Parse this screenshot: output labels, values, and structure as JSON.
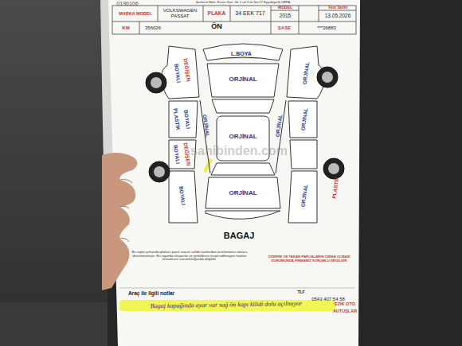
{
  "diagram": {
    "labels": [
      "0196106",
      "MARKA MODEL",
      "VOLKSWAGEN PASSAT",
      "PLAKA",
      "34 EEK 717",
      "MODEL",
      "2015",
      "Test Tarihi",
      "13.05.2026",
      "KM",
      "356026",
      "ÖN",
      "ŞASE",
      "***26883",
      "L.BOYA",
      "ORJİNAL",
      "DEĞİŞEN",
      "BOYALI",
      "BOYALI",
      "PLASTİK",
      "ORJİNAL",
      "DEĞİŞEN",
      "BOYALI",
      "BOYALI",
      "ORJİNAL",
      "ORJİNAL",
      "ORJİNAL",
      "ORJİNAL",
      "PLASTİK",
      "ORJİNAL",
      "ORJİNAL",
      "BAGAJ",
      "Bu rapor yukarıda plakası yazılı aracın sahibi tarafından incelenmesi sonucu düzenlenmiştir. Bu raporda ekspertiz ve yetkililerce tespit edilmeyen hatalar firmamızın sorumluluğunda değildir.",
      "ÖZERRE VE TAKAN PARÇALARIN ÇIKMA OLMASI DURUMUNDA FİRMAMIZ SORUMLU DEĞİLDİR",
      "Araç ile ilgili notlar",
      "Bagaj kapağında ayar var sağ ön kapı kilidi dolu açılmıyor",
      "TLF",
      "0543 407 54 58",
      "EZİK OTO",
      "AUTUŞLAR",
      "sahibinden.com",
      "Şenkent Mah. Evren San. Sit 1 cd 3.sk No:27 Eyyübiye/Ş.URFA"
    ]
  }
}
